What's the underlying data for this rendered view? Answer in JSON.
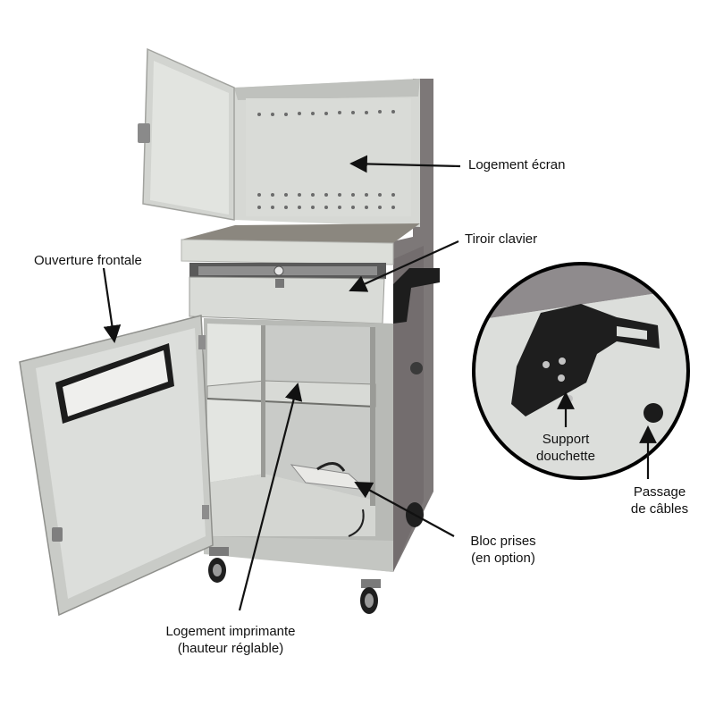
{
  "labels": {
    "screen_housing": "Logement écran",
    "keyboard_drawer": "Tiroir clavier",
    "front_opening": "Ouverture frontale",
    "scanner_support_line1": "Support",
    "scanner_support_line2": "douchette",
    "cable_passage_line1": "Passage",
    "cable_passage_line2": "de câbles",
    "power_strip_line1": "Bloc prises",
    "power_strip_line2": "(en option)",
    "printer_housing_line1": "Logement imprimante",
    "printer_housing_line2": "(hauteur réglable)"
  },
  "colors": {
    "cabinet_body": "#d4d6d2",
    "cabinet_shadow": "#a9aaa6",
    "side_panel": "#7d7878",
    "interior": "#c9cbc8",
    "door_panel": "#dcdedb",
    "black_parts": "#1d1d1d",
    "arrow": "#111111"
  }
}
